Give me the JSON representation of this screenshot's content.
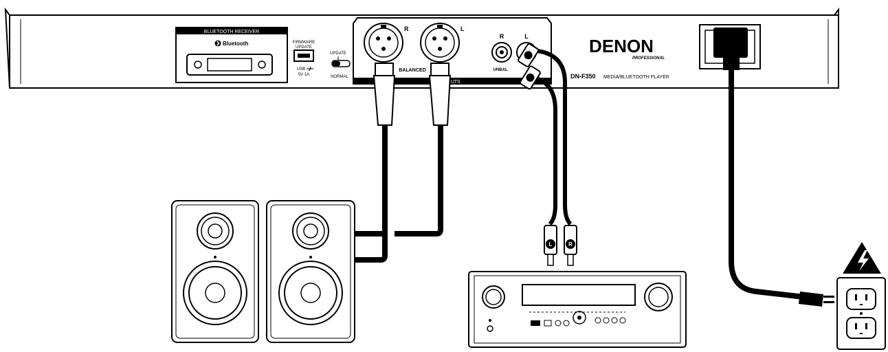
{
  "panel": {
    "bt_label": "BLUETOOTH RECEIVER",
    "bt_logo_text": "Bluetooth",
    "usb_top_1": "FIRMWARE",
    "usb_top_2": "UPDATE",
    "usb_bottom_1": "USB",
    "usb_bottom_2": "5V 1A",
    "switch_top": "UPDATE",
    "switch_bottom": "NORMAL",
    "xlr_right": "R",
    "xlr_left": "L",
    "xlr_section": "BALANCED",
    "outputs_label": "OUTPUTS",
    "rca_right": "R",
    "rca_left": "L",
    "rca_section": "UNBAL",
    "brand": "DENON",
    "brand_sub": "PROFESSIONAL",
    "model": "DN-F350",
    "model_desc": "MEDIA/BLUETOOTH PLAYER"
  },
  "plugs": {
    "left_label": "L",
    "right_label": "R"
  },
  "icons": [
    "bluetooth-icon",
    "usb-icon",
    "high-voltage-warning-icon"
  ],
  "colors": {
    "line": "#000000",
    "background": "#ffffff"
  }
}
